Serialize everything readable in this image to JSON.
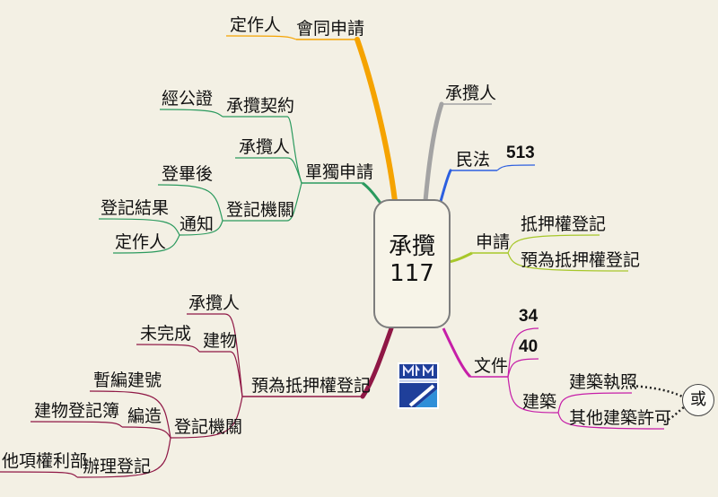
{
  "center": {
    "title": "承攬",
    "number": "117"
  },
  "branches": {
    "meeting": {
      "label": "會同申請",
      "child": "定作人"
    },
    "contractor": {
      "label": "承攬人"
    },
    "civil_code": {
      "label": "民法",
      "article": "513"
    },
    "apply": {
      "label": "申請",
      "items": [
        "抵押權登記",
        "預為抵押權登記"
      ]
    },
    "single": {
      "label": "單獨申請",
      "contract": "承攬契約",
      "notary": "經公證",
      "contractor": "承攬人",
      "registry": "登記機關",
      "after_reg": "登畢後",
      "notify": "通知",
      "result": "登記結果",
      "owner": "定作人"
    },
    "documents": {
      "label": "文件",
      "n34": "34",
      "n40": "40",
      "building": "建築",
      "permit": "建築執照",
      "other_permit": "其他建築許可",
      "or": "或"
    },
    "pre_mortgage": {
      "label": "預為抵押權登記",
      "contractor": "承攬人",
      "building": "建物",
      "unfinished": "未完成",
      "registry": "登記機關",
      "compile": "編造",
      "temp_no": "暫編建號",
      "book": "建物登記簿",
      "handle": "辦理登記",
      "other_rights": "他項權利部"
    }
  },
  "colors": {
    "background": "#f3f0e4",
    "orange": "#f5a300",
    "gray": "#a3a3a3",
    "blue": "#2c5fe0",
    "lime": "#a7c72a",
    "green": "#2b9a5e",
    "magenta": "#c61ea8",
    "crimson": "#8f1745"
  }
}
